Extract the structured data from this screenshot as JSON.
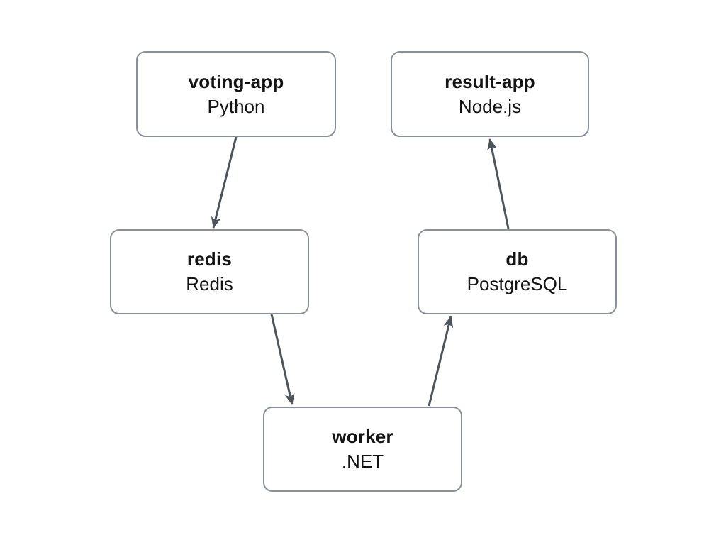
{
  "diagram": {
    "title": "",
    "nodes": [
      {
        "id": "voting-app",
        "title": "voting-app",
        "subtitle": "Python"
      },
      {
        "id": "result-app",
        "title": "result-app",
        "subtitle": "Node.js"
      },
      {
        "id": "redis",
        "title": "redis",
        "subtitle": "Redis"
      },
      {
        "id": "db",
        "title": "db",
        "subtitle": "PostgreSQL"
      },
      {
        "id": "worker",
        "title": "worker",
        "subtitle": ".NET"
      }
    ],
    "edges": [
      {
        "from": "voting-app",
        "to": "redis"
      },
      {
        "from": "redis",
        "to": "worker"
      },
      {
        "from": "worker",
        "to": "db"
      },
      {
        "from": "db",
        "to": "result-app"
      }
    ],
    "colors": {
      "background": "#ffffff",
      "node_fill": "#ffffff",
      "node_border": "#8a9099",
      "arrow": "#4e545c",
      "text": "#141414"
    }
  }
}
